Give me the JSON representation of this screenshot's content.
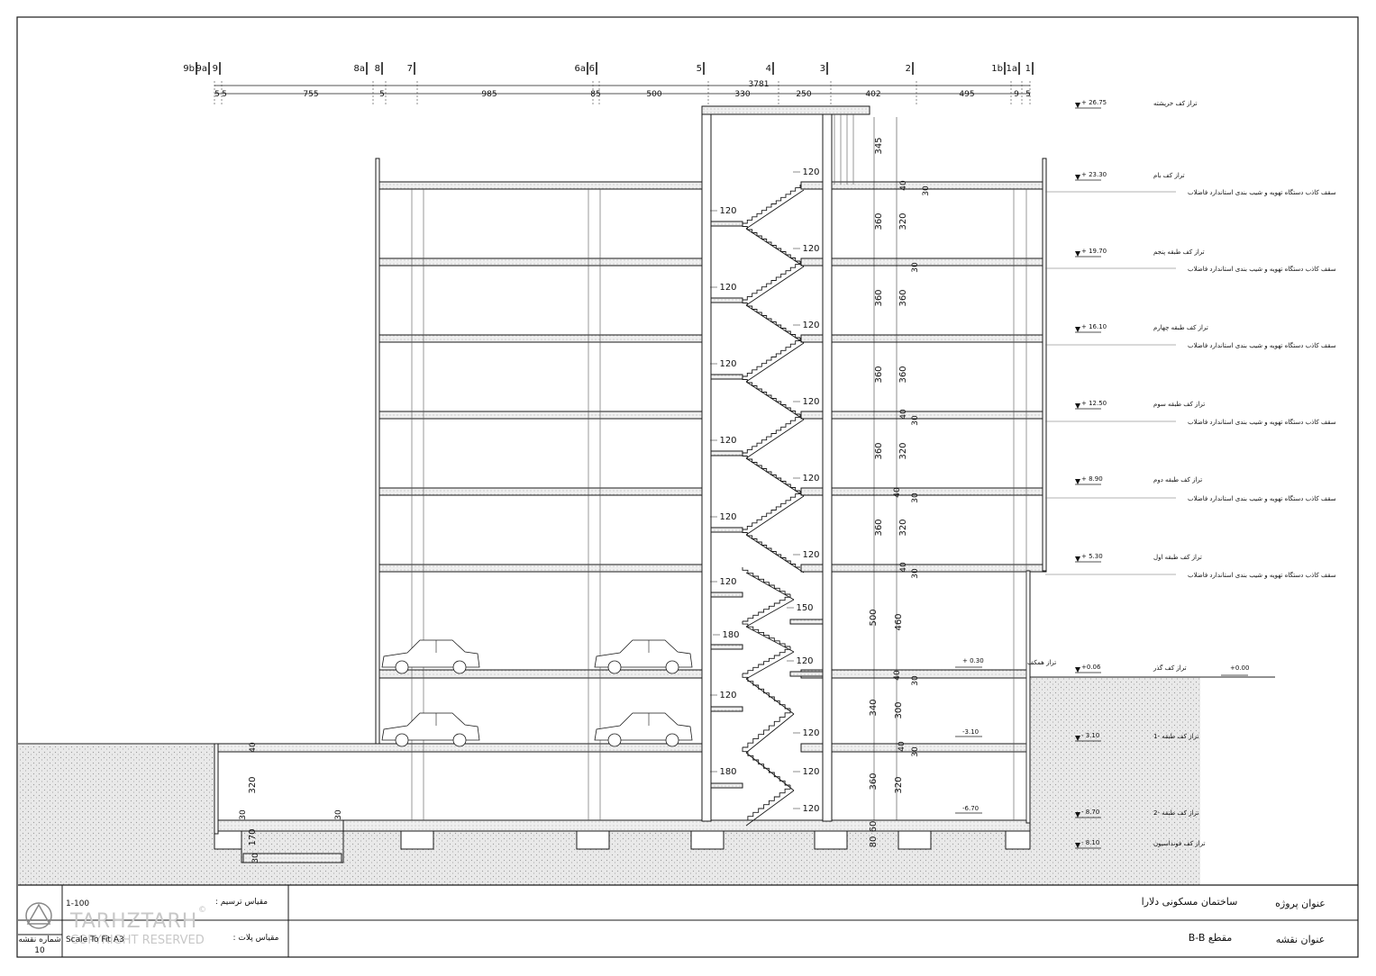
{
  "grid_axes": [
    "9b",
    "9a",
    "9",
    "8a",
    "8",
    "7",
    "6a",
    "6",
    "5",
    "4",
    "3",
    "2",
    "1b",
    "1a",
    "1"
  ],
  "dimensions": {
    "overall": "3781",
    "segments": [
      "5",
      "5",
      "755",
      "5",
      "985",
      "85",
      "500",
      "330",
      "250",
      "402",
      "495",
      "9",
      "5"
    ]
  },
  "levels": [
    {
      "value": "+ 26.75",
      "label": "تراز کف خرپشته"
    },
    {
      "value": "+ 23.30",
      "label": "تراز کف بام"
    },
    {
      "value": "+ 19.70",
      "label": "تراز کف طبقه پنجم"
    },
    {
      "value": "+ 16.10",
      "label": "تراز کف طبقه چهارم"
    },
    {
      "value": "+ 12.50",
      "label": "تراز کف طبقه سوم"
    },
    {
      "value": "+ 8.90",
      "label": "تراز کف طبقه دوم"
    },
    {
      "value": "+ 5.30",
      "label": "تراز کف طبقه اول"
    },
    {
      "value": "+0.06",
      "label": "تراز کف گذر"
    },
    {
      "value": "- 3.10",
      "label": "تراز کف طبقه -1"
    },
    {
      "value": "- 8.70",
      "label": "تراز کف طبقه -2"
    },
    {
      "value": "- 8.10",
      "label": "تراز کف فونداسیون"
    }
  ],
  "ground_level": "+0.00",
  "pilot_level": {
    "value": "+ 0.30",
    "label": "تراز همکف"
  },
  "basement_marks": [
    "-3.10",
    "-6.70"
  ],
  "ceiling_note": "سقف کاذب دستگاه تهویه و شیب بندی استاندارد فاضلاب",
  "stair_dims": [
    "120",
    "120",
    "120",
    "120",
    "120",
    "120",
    "120",
    "120",
    "120",
    "120",
    "120",
    "120",
    "120",
    "180",
    "150",
    "180",
    "120",
    "120",
    "120",
    "120"
  ],
  "vertical_dims": [
    "345",
    "360",
    "320",
    "360",
    "360",
    "360",
    "360",
    "360",
    "320",
    "360",
    "320",
    "500",
    "460",
    "340",
    "300",
    "360",
    "320",
    "170",
    "320",
    "80",
    "60"
  ],
  "slab_dims": [
    "40",
    "30",
    "30",
    "40",
    "30",
    "40",
    "30",
    "40",
    "30",
    "40",
    "30",
    "40",
    "30",
    "40",
    "30",
    "30",
    "30"
  ],
  "title_block": {
    "project_title_label": "عنوان پروژه",
    "project_title_value": "ساختمان مسکونی دلارا",
    "drawing_title_label": "عنوان نقشه",
    "drawing_title_value": "مقطع B-B",
    "scale_label": "مقیاس ترسیم :",
    "scale_value": "1-100",
    "plot_scale_label": "مقیاس پلات :",
    "plot_scale_value": "Scale To Fit A3",
    "sheet_label": "شماره نقشه",
    "sheet_number": "10",
    "watermark": "TARHZTARH",
    "copyright": "COPYRIGHT RESERVED"
  },
  "colors": {
    "line": "#1a1a1a",
    "hatch": "#bdbdbd",
    "slab": "#e6e6e6"
  }
}
